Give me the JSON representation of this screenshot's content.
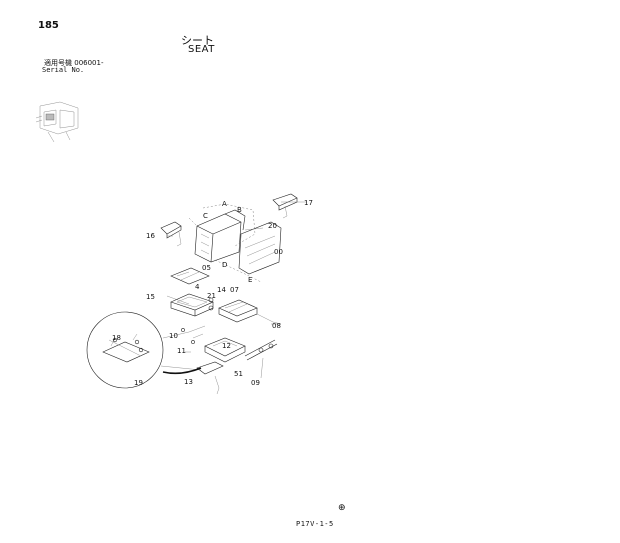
{
  "header": {
    "page_number": "185",
    "title_jp": "シート",
    "title_en": "SEAT",
    "serial_label_jp": "適用号機",
    "serial_value": "006001-",
    "serial_label_en": "Serial No."
  },
  "callouts": {
    "A": "A",
    "B": "B",
    "C": "C",
    "D": "D",
    "E": "E",
    "c17": "17",
    "c16": "16",
    "c20": "20",
    "c00": "00",
    "c05": "05",
    "c4": "4",
    "c21": "21",
    "c14": "14",
    "c07": "07",
    "c15": "15",
    "c08": "08",
    "c10": "10",
    "c18": "18",
    "c11": "11",
    "c12": "12",
    "c19": "19",
    "c51": "51",
    "c09": "09",
    "c13": "13"
  },
  "footer": {
    "revision_mark": "⊕",
    "page_code": "P17V-1-5"
  }
}
